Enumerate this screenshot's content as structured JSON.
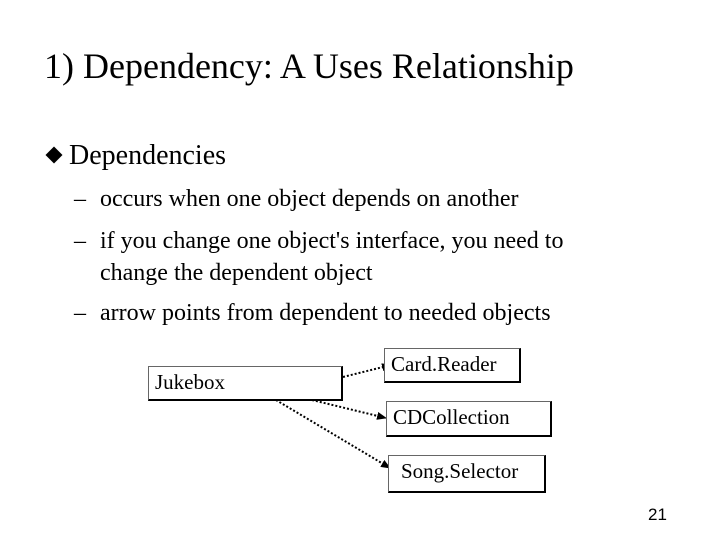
{
  "slide": {
    "title": "1) Dependency: A Uses Relationship",
    "bullet": "Dependencies",
    "subpoints": [
      "occurs when one object depends on another",
      "if you change one object's interface, you need to",
      "change the dependent object",
      "arrow points from dependent to needed objects"
    ],
    "page_number": "21"
  },
  "diagram": {
    "dependent": "Jukebox",
    "needed": [
      "Card.Reader",
      "CDCollection",
      "Song.Selector"
    ]
  }
}
